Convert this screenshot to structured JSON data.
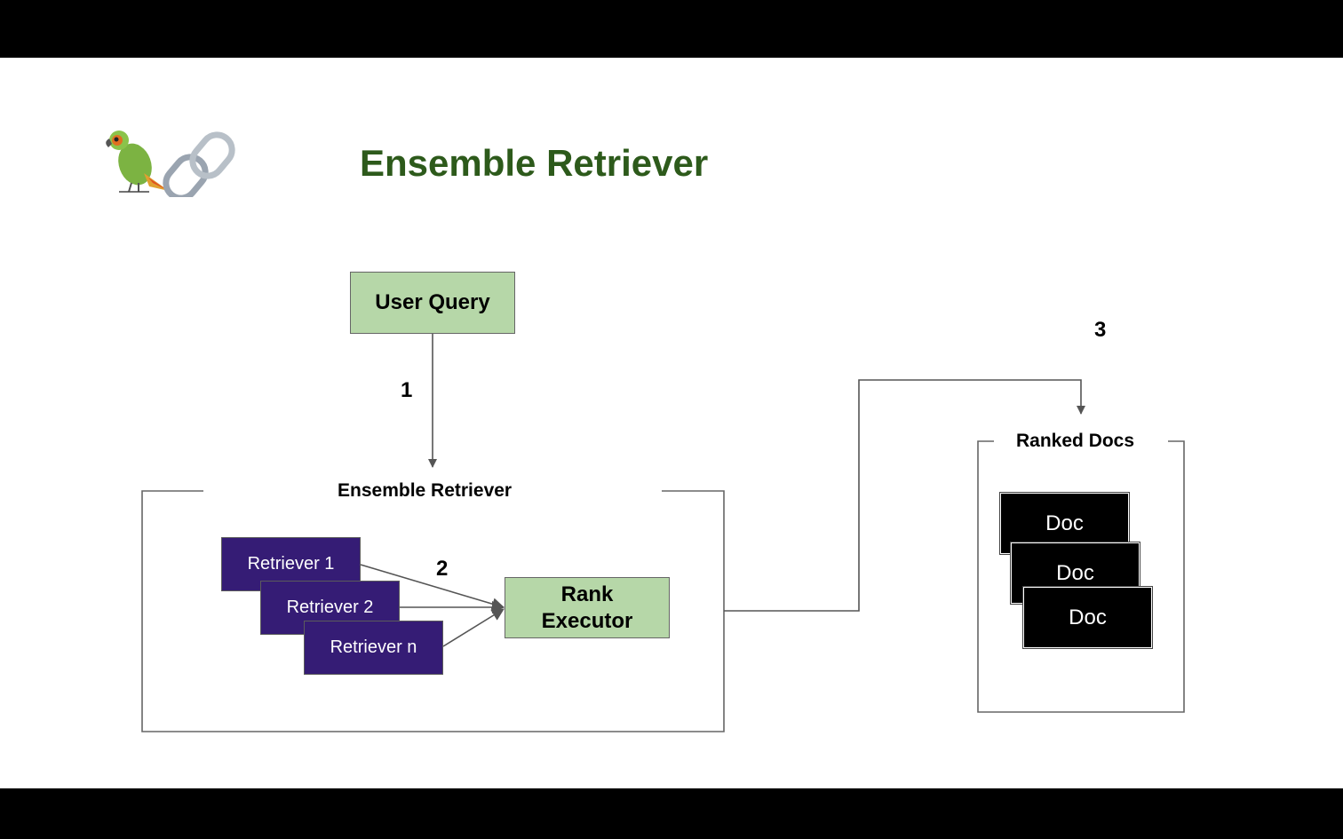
{
  "title": "Ensemble Retriever",
  "logo": {
    "icons": [
      "parrot-icon",
      "chain-link-icon"
    ]
  },
  "nodes": {
    "user_query": "User Query",
    "ensemble_group": "Ensemble Retriever",
    "retrievers": [
      "Retriever 1",
      "Retriever 2",
      "Retriever n"
    ],
    "rank_executor": "Rank Executor",
    "ranked_docs_group": "Ranked Docs",
    "docs": [
      "Doc",
      "Doc",
      "Doc"
    ]
  },
  "steps": [
    "1",
    "2",
    "3"
  ],
  "colors": {
    "title": "#2d5a1b",
    "green_box": "#b6d7a8",
    "retriever_box": "#351c75",
    "doc_box": "#000000",
    "lines": "#555555"
  }
}
